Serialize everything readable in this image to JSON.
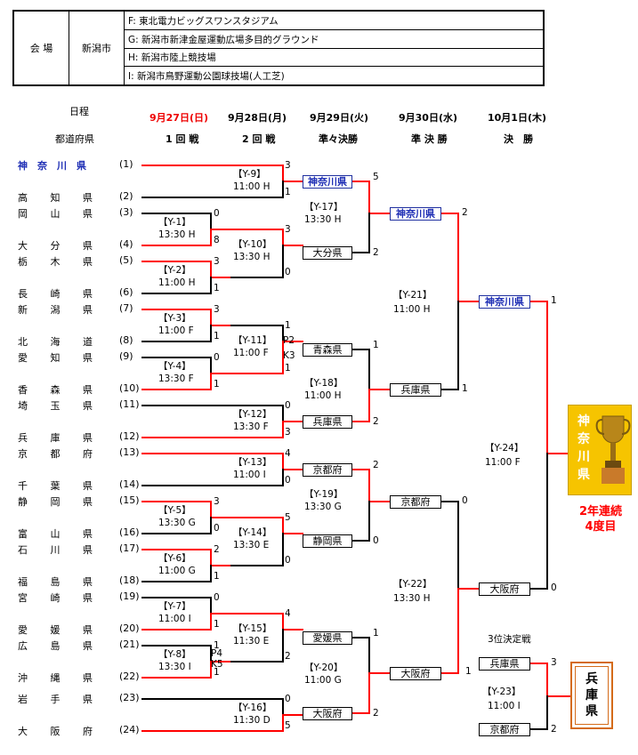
{
  "venue": {
    "label": "会 場",
    "city": "新潟市",
    "rows": [
      "F: 東北電力ビッグスワンスタジアム",
      "G: 新潟市新津金屋運動広場多目的グラウンド",
      "H: 新潟市陸上競技場",
      "I: 新潟市鳥野運動公園球技場(人工芝)"
    ]
  },
  "header": {
    "schedule_label": "日程",
    "pref_label": "都道府県",
    "dates": [
      "9月27日(日)",
      "9月28日(月)",
      "9月29日(火)",
      "9月30日(水)",
      "10月1日(木)"
    ],
    "rounds": [
      "1 回 戦",
      "2 回 戦",
      "準々決勝",
      "準 決 勝",
      "決　勝"
    ]
  },
  "teams": [
    {
      "name": "神　奈　川　県",
      "seed": "(1)"
    },
    {
      "name": "高　　 知　　 県",
      "seed": "(2)"
    },
    {
      "name": "岡　　 山　　 県",
      "seed": "(3)"
    },
    {
      "name": "大　　 分　　 県",
      "seed": "(4)"
    },
    {
      "name": "栃　　 木　　 県",
      "seed": "(5)"
    },
    {
      "name": "長　　 崎　　 県",
      "seed": "(6)"
    },
    {
      "name": "新　　 潟　　 県",
      "seed": "(7)"
    },
    {
      "name": "北　　 海　　 道",
      "seed": "(8)"
    },
    {
      "name": "愛　　 知　　 県",
      "seed": "(9)"
    },
    {
      "name": "香　　 森　　 県",
      "seed": "(10)"
    },
    {
      "name": "埼　　 玉　　 県",
      "seed": "(11)"
    },
    {
      "name": "兵　　 庫　　 県",
      "seed": "(12)"
    },
    {
      "name": "京　　 都　　 府",
      "seed": "(13)"
    },
    {
      "name": "千　　 葉　　 県",
      "seed": "(14)"
    },
    {
      "name": "静　　 岡　　 県",
      "seed": "(15)"
    },
    {
      "name": "富　　 山　　 県",
      "seed": "(16)"
    },
    {
      "name": "石　　 川　　 県",
      "seed": "(17)"
    },
    {
      "name": "福　　 島　　 県",
      "seed": "(18)"
    },
    {
      "name": "宮　　 崎　　 県",
      "seed": "(19)"
    },
    {
      "name": "愛　　 媛　　 県",
      "seed": "(20)"
    },
    {
      "name": "広　　 島　　 県",
      "seed": "(21)"
    },
    {
      "name": "沖　　 縄　　 県",
      "seed": "(22)"
    },
    {
      "name": "岩　　 手　　 県",
      "seed": "(23)"
    },
    {
      "name": "大　　 阪　　 府",
      "seed": "(24)"
    }
  ],
  "matches": {
    "r1": [
      {
        "code": "【Y-1】",
        "time": "13:30 H",
        "scores": [
          "0",
          "8"
        ]
      },
      {
        "code": "【Y-2】",
        "time": "11:00 H",
        "scores": [
          "3",
          "1"
        ]
      },
      {
        "code": "【Y-3】",
        "time": "11:00 F",
        "scores": [
          "3",
          "1"
        ]
      },
      {
        "code": "【Y-4】",
        "time": "13:30 F",
        "scores": [
          "0",
          "1"
        ]
      },
      {
        "code": "【Y-5】",
        "time": "13:30 G",
        "scores": [
          "3",
          "0"
        ]
      },
      {
        "code": "【Y-6】",
        "time": "11:00 G",
        "scores": [
          "2",
          "1"
        ]
      },
      {
        "code": "【Y-7】",
        "time": "11:00 I",
        "scores": [
          "0",
          "1"
        ]
      },
      {
        "code": "【Y-8】",
        "time": "13:30 I",
        "scores": [
          "1",
          "1"
        ],
        "pk": [
          "P4",
          "K5"
        ]
      }
    ],
    "r2": [
      {
        "code": "【Y-9】",
        "time": "11:00 H",
        "scores": [
          "3",
          "1"
        ]
      },
      {
        "code": "【Y-10】",
        "time": "13:30 H",
        "scores": [
          "3",
          "0"
        ]
      },
      {
        "code": "【Y-11】",
        "time": "11:00 F",
        "scores": [
          "1",
          "1"
        ],
        "pk": [
          "P2",
          "K3"
        ]
      },
      {
        "code": "【Y-12】",
        "time": "13:30 F",
        "scores": [
          "0",
          "3"
        ]
      },
      {
        "code": "【Y-13】",
        "time": "11:00 I",
        "scores": [
          "4",
          "0"
        ]
      },
      {
        "code": "【Y-14】",
        "time": "13:30 E",
        "scores": [
          "5",
          "0"
        ]
      },
      {
        "code": "【Y-15】",
        "time": "11:30 E",
        "scores": [
          "4",
          "2"
        ]
      },
      {
        "code": "【Y-16】",
        "time": "11:30 D",
        "scores": [
          "0",
          "5"
        ]
      }
    ],
    "qf": [
      {
        "code": "【Y-17】",
        "time": "13:30 H",
        "teams": [
          "神奈川県",
          "大分県"
        ],
        "scores": [
          "5",
          "2"
        ]
      },
      {
        "code": "【Y-18】",
        "time": "11:00 H",
        "teams": [
          "青森県",
          "兵庫県"
        ],
        "scores": [
          "1",
          "2"
        ]
      },
      {
        "code": "【Y-19】",
        "time": "13:30 G",
        "teams": [
          "京都府",
          "静岡県"
        ],
        "scores": [
          "2",
          "0"
        ]
      },
      {
        "code": "【Y-20】",
        "time": "11:00 G",
        "teams": [
          "愛媛県",
          "大阪府"
        ],
        "scores": [
          "1",
          "2"
        ]
      }
    ],
    "sf": [
      {
        "code": "【Y-21】",
        "time": "11:00 H",
        "teams": [
          "神奈川県",
          "兵庫県"
        ],
        "scores": [
          "2",
          "1"
        ]
      },
      {
        "code": "【Y-22】",
        "time": "13:30 H",
        "teams": [
          "京都府",
          "大阪府"
        ],
        "scores": [
          "0",
          "1"
        ]
      }
    ],
    "final": {
      "code": "【Y-24】",
      "time": "11:00 F",
      "teams": [
        "神奈川県",
        "大阪府"
      ],
      "scores": [
        "1",
        "0"
      ]
    },
    "third": {
      "title": "3位決定戦",
      "code": "【Y-23】",
      "time": "11:00 I",
      "teams": [
        "兵庫県",
        "京都府"
      ],
      "scores": [
        "3",
        "2"
      ]
    }
  },
  "champion": {
    "chars": [
      "神",
      "奈",
      "川",
      "県"
    ],
    "note": [
      "2年連続",
      "4度目"
    ]
  },
  "third_place": {
    "chars": [
      "兵",
      "庫",
      "県"
    ]
  },
  "colors": {
    "win": "#ff0000",
    "normal": "#000000",
    "title_red": "#e00000",
    "champ_blue": "#1f2fb5"
  }
}
